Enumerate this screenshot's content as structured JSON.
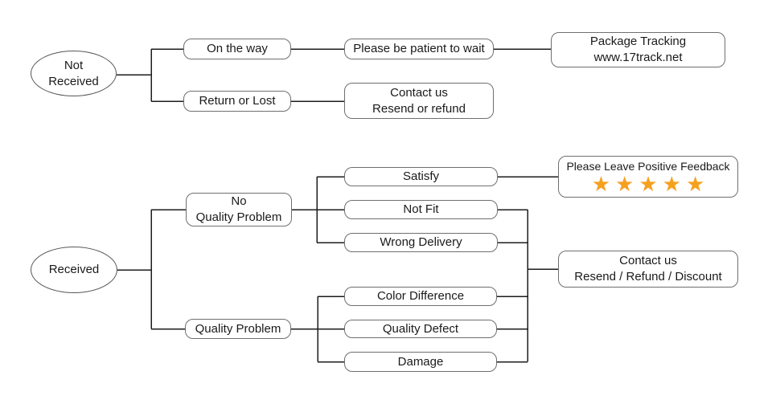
{
  "diagram": {
    "type": "flowchart",
    "colors": {
      "background": "#ffffff",
      "box_border": "#6f6f6f",
      "line": "#1c1c1c",
      "star": "#F6A01E",
      "text": "#1a1a1a"
    },
    "nodes": {
      "not_received": "Not\nReceived",
      "received": "Received",
      "on_the_way": "On the way",
      "return_or_lost": "Return or Lost",
      "be_patient": "Please be patient to wait",
      "package_tracking": "Package Tracking\nwww.17track.net",
      "contact_resend_refund": "Contact us\nResend or refund",
      "no_quality_problem": "No\nQuality Problem",
      "quality_problem": "Quality Problem",
      "satisfy": "Satisfy",
      "not_fit": "Not Fit",
      "wrong_delivery": "Wrong Delivery",
      "color_difference": "Color Difference",
      "quality_defect": "Quality Defect",
      "damage": "Damage",
      "positive_feedback": "Please Leave Positive Feedback",
      "rating_stars": "★★★★★",
      "rating_value": 5,
      "contact_resend_refund_discount": "Contact us\nResend / Refund / Discount"
    },
    "edges": [
      [
        "not_received",
        "on_the_way"
      ],
      [
        "not_received",
        "return_or_lost"
      ],
      [
        "on_the_way",
        "be_patient"
      ],
      [
        "be_patient",
        "package_tracking"
      ],
      [
        "return_or_lost",
        "contact_resend_refund"
      ],
      [
        "received",
        "no_quality_problem"
      ],
      [
        "received",
        "quality_problem"
      ],
      [
        "no_quality_problem",
        "satisfy"
      ],
      [
        "no_quality_problem",
        "not_fit"
      ],
      [
        "no_quality_problem",
        "wrong_delivery"
      ],
      [
        "satisfy",
        "positive_feedback"
      ],
      [
        "not_fit",
        "contact_resend_refund_discount"
      ],
      [
        "wrong_delivery",
        "contact_resend_refund_discount"
      ],
      [
        "quality_problem",
        "color_difference"
      ],
      [
        "quality_problem",
        "quality_defect"
      ],
      [
        "quality_problem",
        "damage"
      ],
      [
        "color_difference",
        "contact_resend_refund_discount"
      ],
      [
        "quality_defect",
        "contact_resend_refund_discount"
      ],
      [
        "damage",
        "contact_resend_refund_discount"
      ]
    ]
  }
}
